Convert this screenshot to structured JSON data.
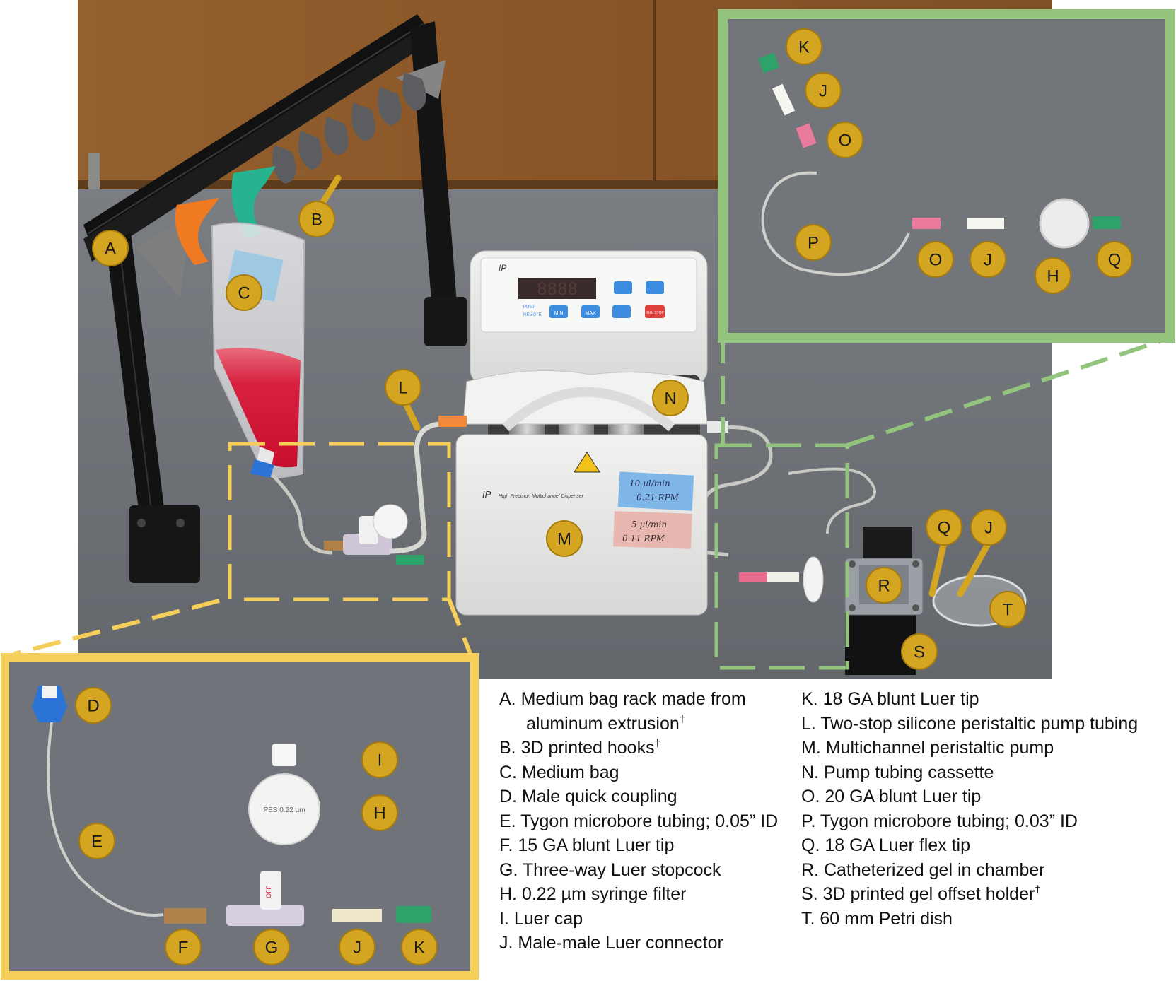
{
  "markers": {
    "A": "A",
    "B": "B",
    "C": "C",
    "L": "L",
    "N": "N",
    "M": "M",
    "Q": "Q",
    "J": "J",
    "R": "R",
    "T": "T",
    "S": "S"
  },
  "inset_top": {
    "K": "K",
    "J": "J",
    "O": "O",
    "P": "P",
    "O2": "O",
    "J2": "J",
    "H": "H",
    "Q": "Q"
  },
  "inset_bottom": {
    "D": "D",
    "I": "I",
    "H": "H",
    "E": "E",
    "F": "F",
    "G": "G",
    "J": "J",
    "K": "K"
  },
  "pump": {
    "brand": "IP",
    "display": "8888",
    "model_text": "High Precision Multichannel Dispenser",
    "buttons": [
      "MIN",
      "MAX",
      "RUN STOP"
    ],
    "indicators": [
      "PUMP",
      "REMOTE"
    ]
  },
  "notes": {
    "note1_line1": "10 µl/min",
    "note1_line2": "0.21 RPM",
    "note2_line1": "5 µl/min",
    "note2_line2": "0.11 RPM"
  },
  "filter_print": "PES 0.22 µm",
  "stopcock_print": "OFF",
  "legend_left": [
    {
      "text": "A.  Medium bag rack made from aluminum extrusion",
      "dagger": true
    },
    {
      "text": "B. 3D printed hooks",
      "dagger": true
    },
    {
      "text": "C.  Medium bag",
      "dagger": false
    },
    {
      "text": "D. Male quick coupling",
      "dagger": false
    },
    {
      "text": "E. Tygon microbore tubing; 0.05” ID",
      "dagger": false
    },
    {
      "text": "F. 15 GA blunt Luer tip",
      "dagger": false
    },
    {
      "text": "G. Three-way Luer stopcock",
      "dagger": false
    },
    {
      "text": "H. 0.22 µm syringe filter",
      "dagger": false
    },
    {
      "text": "I. Luer cap",
      "dagger": false
    },
    {
      "text": "J. Male-male Luer connector",
      "dagger": false
    }
  ],
  "legend_right": [
    {
      "text": "K. 18 GA blunt Luer tip",
      "dagger": false
    },
    {
      "text": "L. Two-stop silicone peristaltic pump tubing",
      "dagger": false
    },
    {
      "text": "M. Multichannel peristaltic pump",
      "dagger": false
    },
    {
      "text": "N. Pump tubing cassette",
      "dagger": false
    },
    {
      "text": "O. 20 GA blunt Luer tip",
      "dagger": false
    },
    {
      "text": "P. Tygon microbore tubing; 0.03” ID",
      "dagger": false
    },
    {
      "text": "Q. 18 GA Luer flex tip",
      "dagger": false
    },
    {
      "text": "R. Catheterized gel in chamber",
      "dagger": false
    },
    {
      "text": "S. 3D printed gel offset holder",
      "dagger": true
    },
    {
      "text": "T. 60 mm Petri dish",
      "dagger": false
    }
  ],
  "dagger_symbol": "†",
  "colors": {
    "marker_fill": "#d4a520",
    "marker_stroke": "#a57b10",
    "yellow_frame": "#f6cf5a",
    "green_frame": "#93c47d",
    "bench": "#6e7277",
    "wood": "#8e5a2c",
    "medium": "#d41e3c"
  }
}
